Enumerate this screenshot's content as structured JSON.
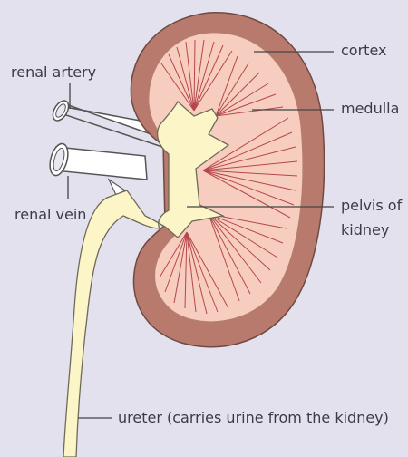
{
  "colors": {
    "background": "#e4e1ee",
    "cortex": "#b87a6c",
    "medulla": "#f7cdbf",
    "pyramid_lines": "#b6464e",
    "pelvis_ureter": "#fbf5c8",
    "outline": "#555555",
    "leader_line": "#444444"
  },
  "labels": {
    "cortex": "cortex",
    "medulla": "medulla",
    "pelvis_line1": "pelvis of",
    "pelvis_line2": "kidney",
    "renal_artery": "renal artery",
    "renal_vein": "renal vein",
    "ureter": "ureter (carries urine from the kidney)"
  }
}
